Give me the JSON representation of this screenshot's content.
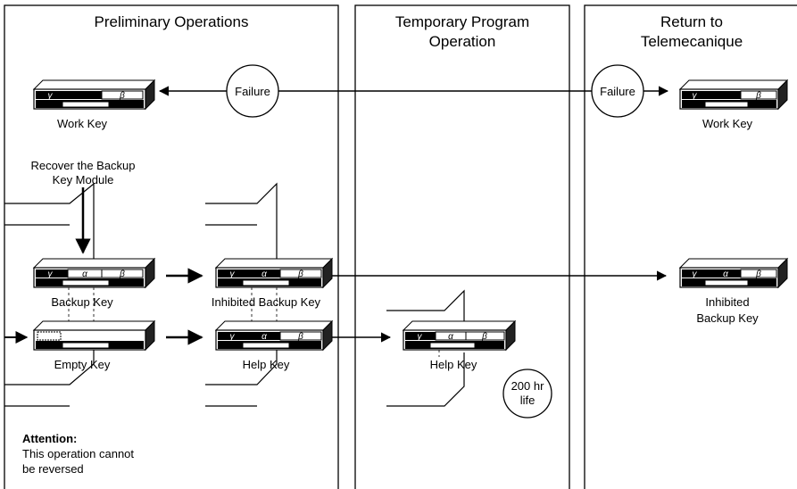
{
  "columns": {
    "preliminary": {
      "title": "Preliminary Operations"
    },
    "temporary": {
      "title_line1": "Temporary Program",
      "title_line2": "Operation"
    },
    "return": {
      "title_line1": "Return to",
      "title_line2": "Telemecanique"
    }
  },
  "failure_label": "Failure",
  "keys": {
    "work_key": "Work Key",
    "backup_key": "Backup Key",
    "empty_key": "Empty Key",
    "inhibited_backup_key": "Inhibited Backup Key",
    "help_key": "Help Key",
    "help_key_temp": "Help Key",
    "work_key_return": "Work Key",
    "inhibited_line1": "Inhibited",
    "inhibited_line2": "Backup Key"
  },
  "recover": {
    "line1": "Recover the Backup",
    "line2": "Key Module"
  },
  "life": {
    "line1": "200 hr",
    "line2": "life"
  },
  "attention": {
    "title": "Attention:",
    "line1": "This operation cannot",
    "line2": "be reversed"
  },
  "key_glyphs": {
    "gamma": "γ",
    "alpha": "α",
    "beta": "β"
  }
}
